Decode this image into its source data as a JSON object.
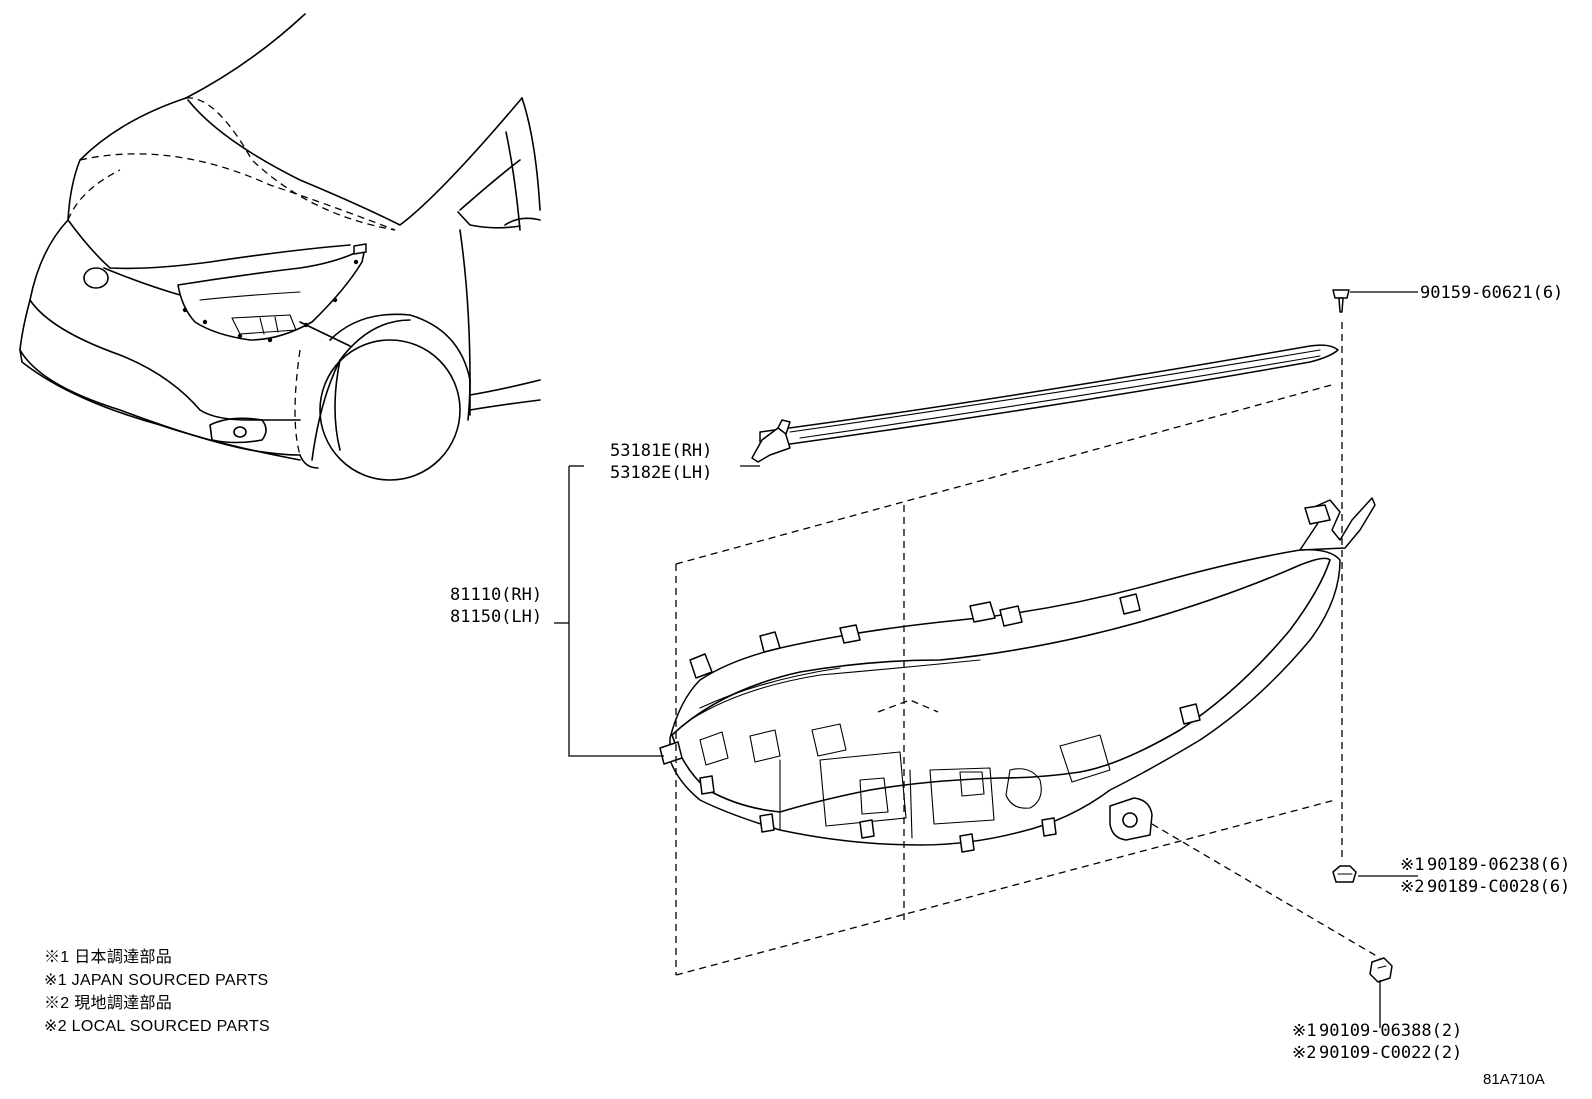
{
  "labels": {
    "garnish_rh": "53181E(RH)",
    "garnish_lh": "53182E(LH)",
    "lamp_rh": "81110(RH)",
    "lamp_lh": "81150(LH)",
    "screw_top": "90159-60621(6)",
    "clip_mark1": "※1",
    "clip_pn1": "90189-06238(6)",
    "clip_mark2": "※2",
    "clip_pn2": "90189-C0028(6)",
    "bolt_mark1": "※1",
    "bolt_pn1": "90109-06388(2)",
    "bolt_mark2": "※2",
    "bolt_pn2": "90109-C0022(2)"
  },
  "notes": [
    "※1 日本調達部品",
    "※1 JAPAN SOURCED PARTS",
    "※2 現地調達部品",
    "※2 LOCAL SOURCED PARTS"
  ],
  "figure_code": "81A710A"
}
